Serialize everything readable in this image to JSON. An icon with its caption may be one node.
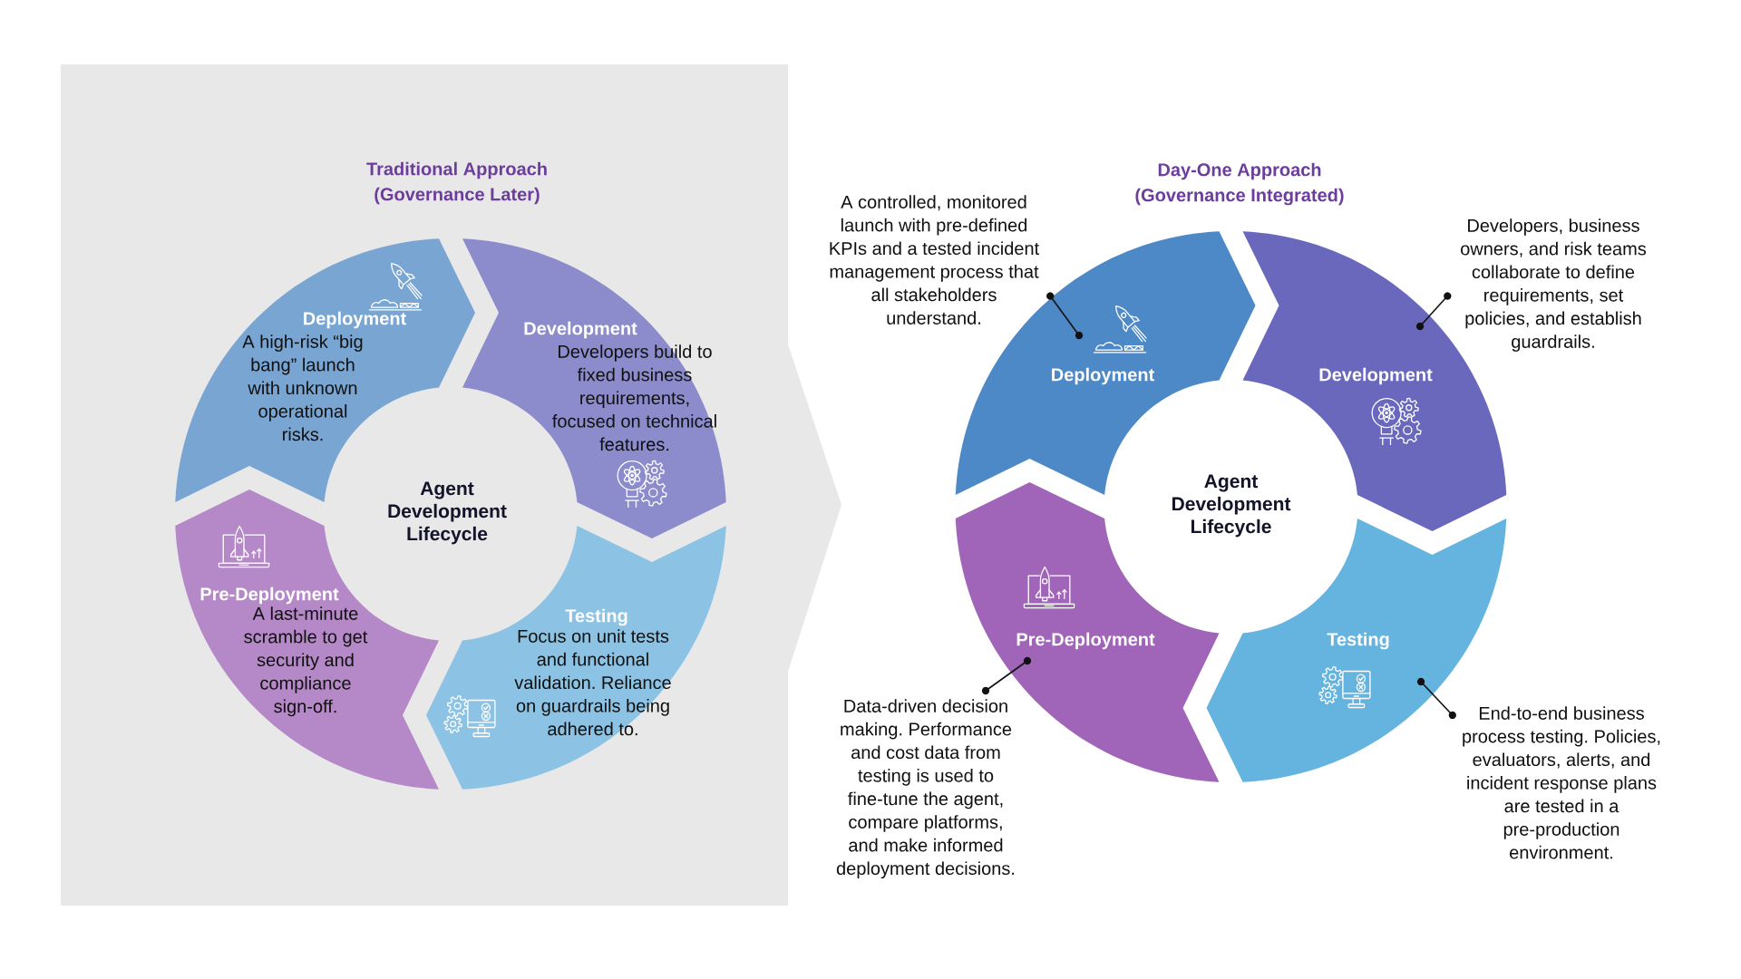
{
  "diagram": {
    "nodes": [
      {
        "text": [
          "Traditional Approach (Governance Later)",
          "Agent Development Lifecycle"
        ]
      },
      {
        "text": [
          "Deployment",
          "A high-risk “big bang” launch with unknown operational risks."
        ],
        "in": 0
      },
      {
        "text": [
          "Development",
          "Developers build to fixed business requirements, focused on technical features."
        ],
        "in": 0
      },
      {
        "text": [
          "Pre-Deployment",
          "A last-minute scramble to get security and compliance sign-off."
        ],
        "in": 0
      },
      {
        "text": [
          "Testing",
          "Focus on unit tests and functional validation. Reliance on guardrails being adhered to."
        ],
        "in": 0
      },
      {
        "text": [
          "A controlled, monitored launch with pre-defined KPIs and a tested incident management process that all stakeholders understand."
        ]
      },
      {
        "text": [
          "Deployment"
        ]
      },
      {
        "text": [
          "Development"
        ]
      },
      {
        "text": [
          "Developers, business owners, and risk teams collaborate to define requirements, set policies, and establish guardrails."
        ]
      },
      {
        "text": [
          "Pre-Deployment"
        ]
      },
      {
        "text": [
          "Testing"
        ]
      },
      {
        "text": [
          "Data-driven decision making. Performance and cost data from testing is used to fine-tune the agent, compare platforms, and make informed deployment decisions."
        ]
      },
      {
        "text": [
          "End-to-end business process testing. Policies, evaluators, alerts, and incident response plans are tested in a pre-production environment."
        ]
      }
    ],
    "edges": [
      {
        "from": 5,
        "to": 6,
        "arrow": "other"
      },
      {
        "from": 8,
        "to": 7,
        "arrow": "other"
      },
      {
        "from": 11,
        "to": 9,
        "arrow": "other"
      },
      {
        "from": 12,
        "to": 10,
        "arrow": "other"
      }
    ],
    "labels": [
      "Day-One Approach (Governance Integrated)",
      "Agent Development Lifecycle"
    ]
  }
}
